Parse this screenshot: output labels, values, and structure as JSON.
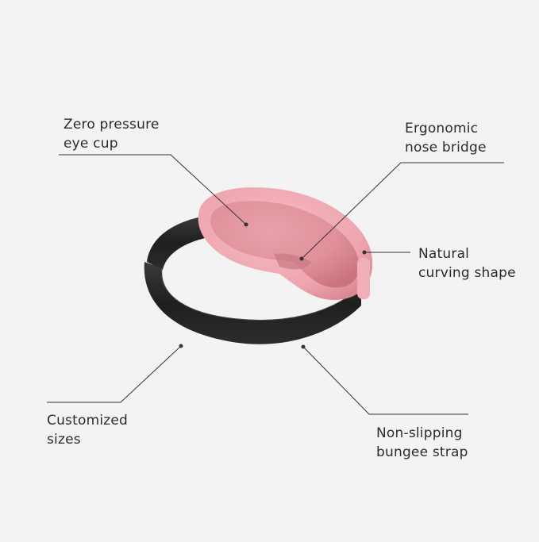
{
  "callouts": {
    "zero_pressure": {
      "line1": "Zero pressure",
      "line2": "eye cup"
    },
    "nose_bridge": {
      "line1": "Ergonomic",
      "line2": "nose bridge"
    },
    "curving_shape": {
      "line1": "Natural",
      "line2": "curving shape"
    },
    "sizes": {
      "line1": "Customized",
      "line2": "sizes"
    },
    "strap": {
      "line1": "Non-slipping",
      "line2": "bungee strap"
    }
  },
  "colors": {
    "background": "#f3f3f3",
    "mask": "#e39aa4",
    "mask_light": "#f2b6bd",
    "strap": "#262626",
    "text": "#2b2b2b",
    "leader": "#333333"
  }
}
